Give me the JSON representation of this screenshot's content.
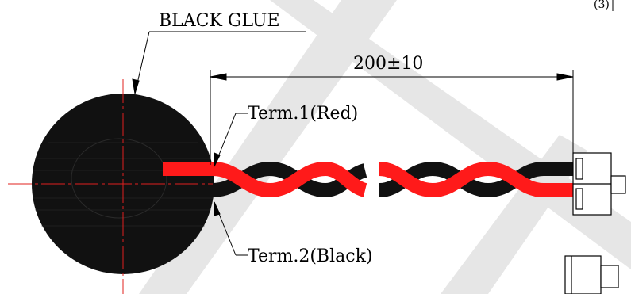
{
  "drawing": {
    "glue_label": "BLACK GLUE",
    "dimension_label": "200±10",
    "term1_label": "Term.1(Red)",
    "term2_label": "Term.2(Black)",
    "corner_mark": "(3)"
  },
  "colors": {
    "red_wire": "#ff1a1a",
    "black_wire": "#111111",
    "body": "#111111",
    "centerline": "#e0201e",
    "watermark": "#d9d9d9",
    "line": "#000000"
  }
}
